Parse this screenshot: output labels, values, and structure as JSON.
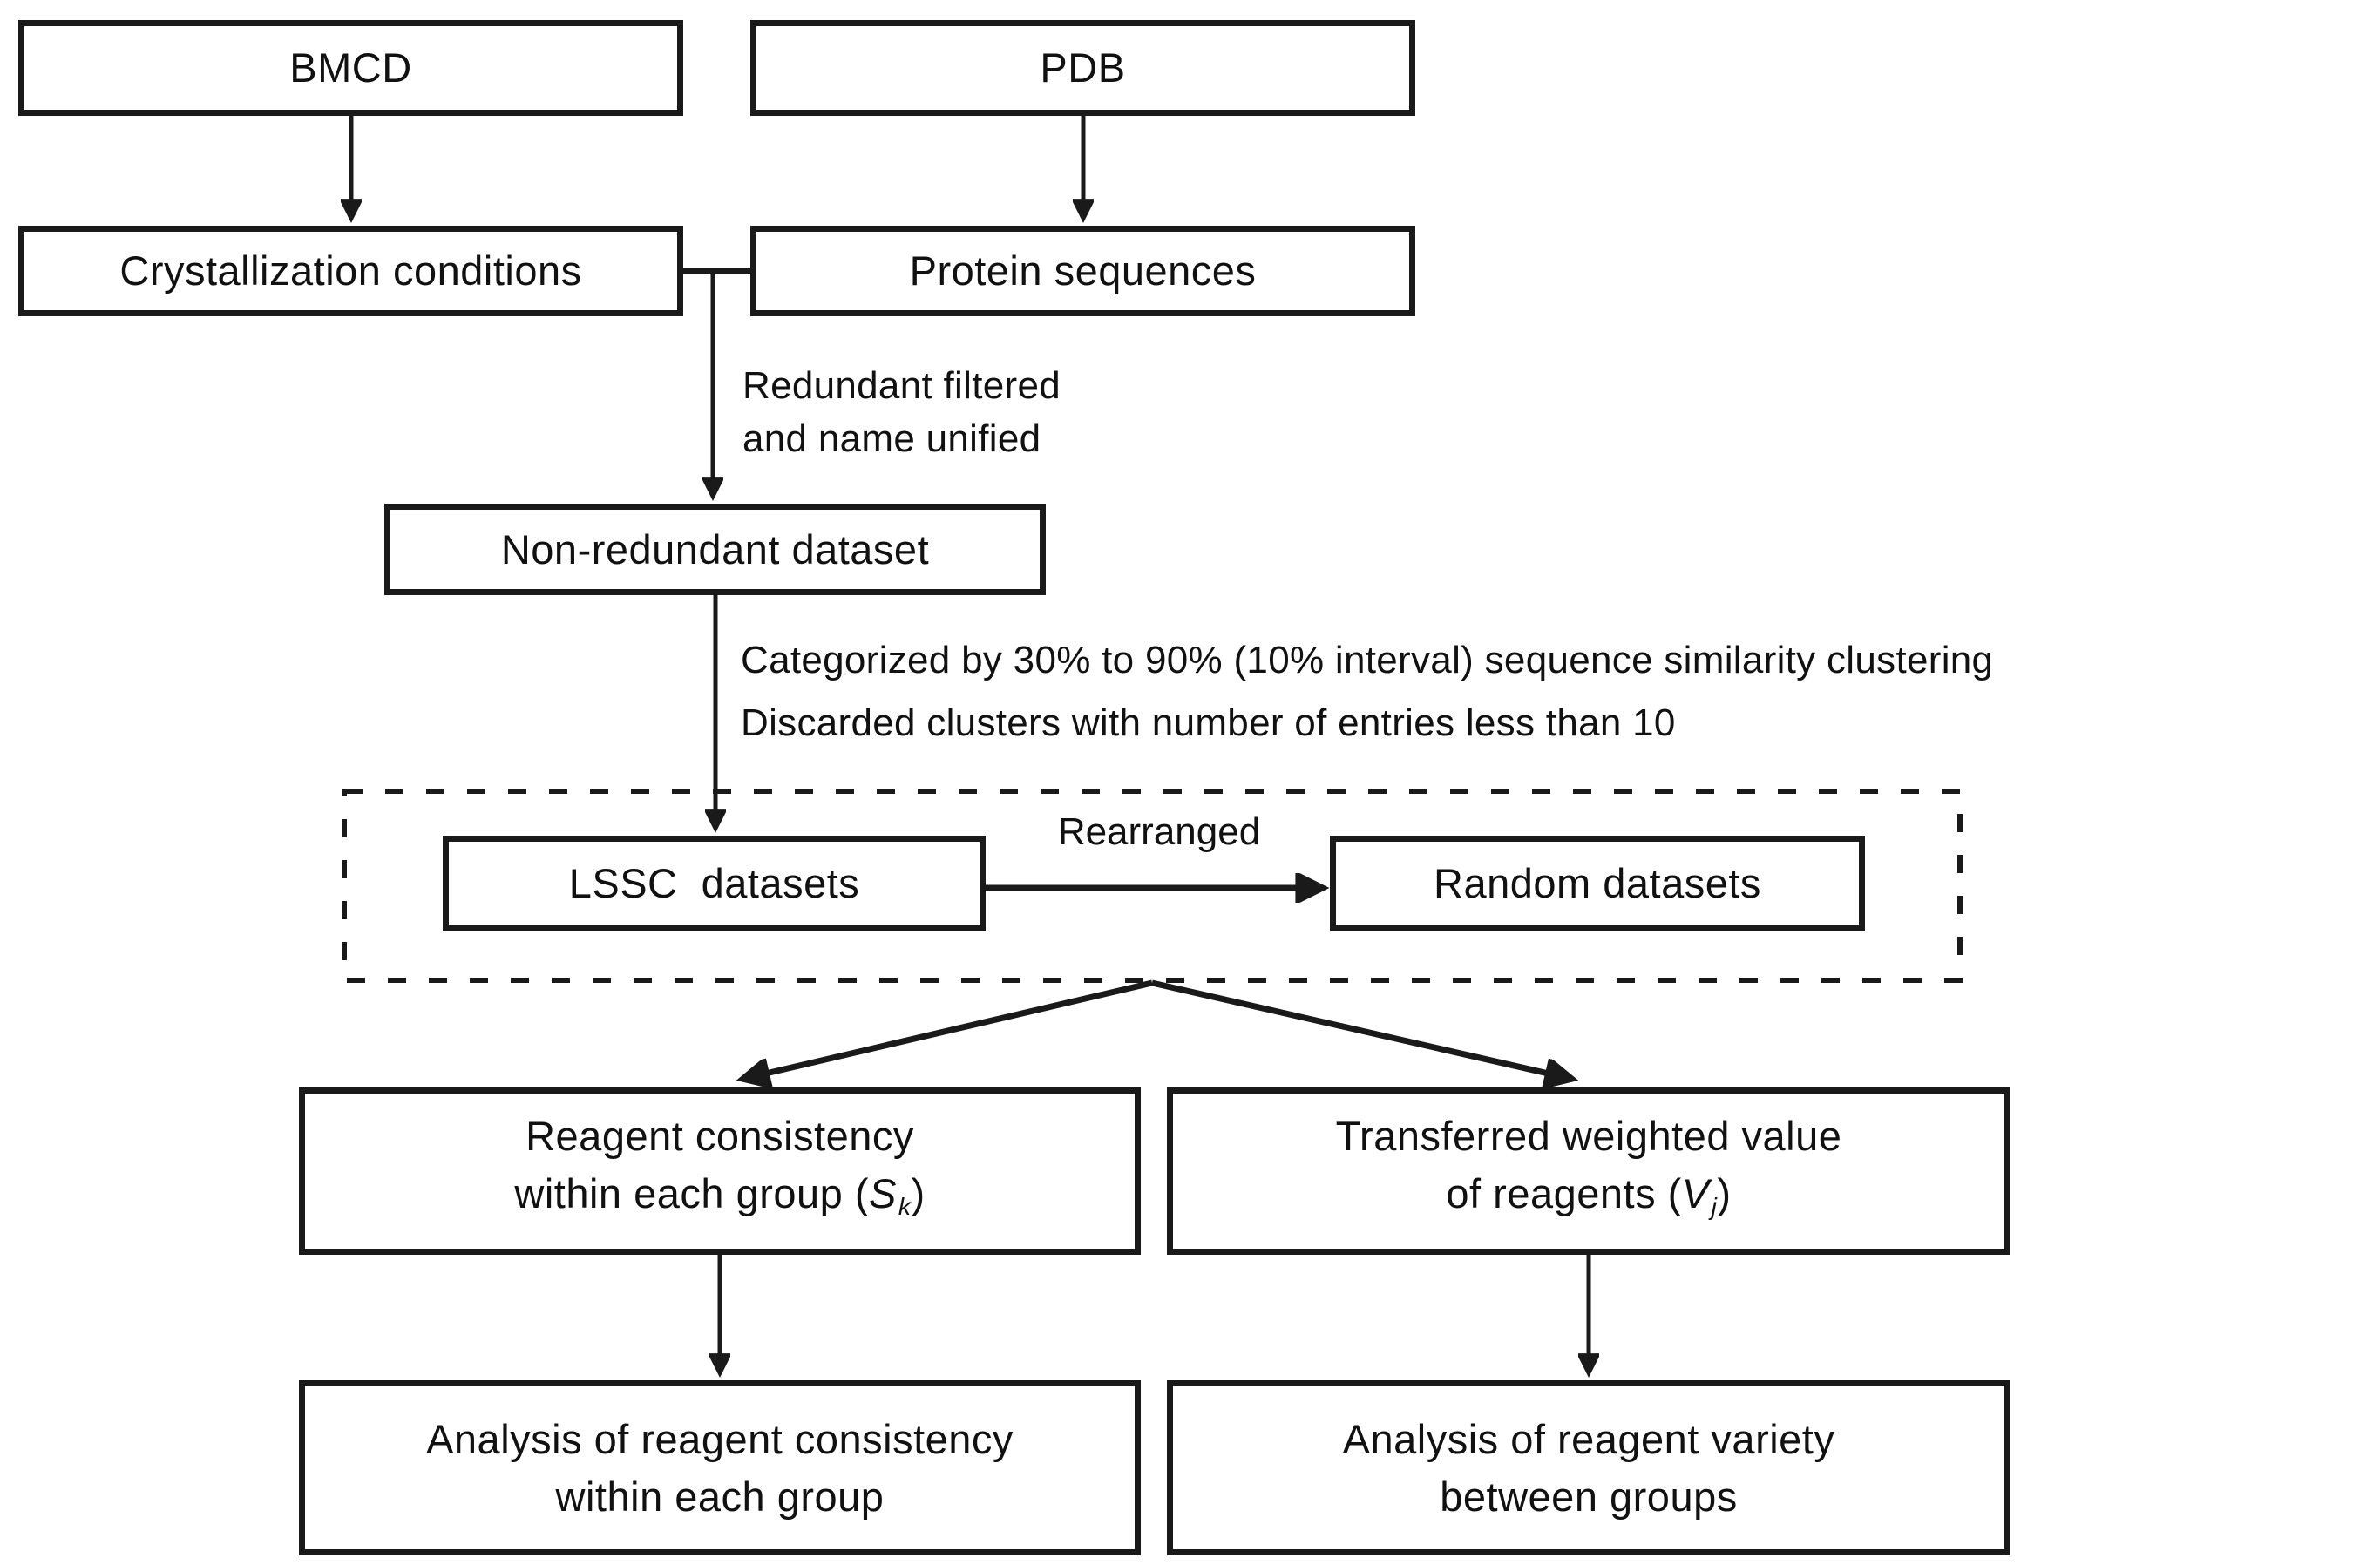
{
  "colors": {
    "line": "#1a1a1a",
    "text": "#111111",
    "background": "#ffffff"
  },
  "boxes": {
    "bmcd": {
      "label": "BMCD"
    },
    "pdb": {
      "label": "PDB"
    },
    "crystallization": {
      "label": "Crystallization conditions"
    },
    "protein": {
      "label": "Protein sequences"
    },
    "non_redundant": {
      "label": "Non-redundant dataset"
    },
    "lssc": {
      "label": "LSSC  datasets"
    },
    "random": {
      "label": "Random datasets"
    },
    "reagent_consistency": {
      "line1": "Reagent consistency",
      "line2_pre": "within each group (",
      "var": "S",
      "sub": "k",
      "line2_post": ")"
    },
    "transferred_weighted": {
      "line1": "Transferred weighted value",
      "line2_pre": "of reagents (",
      "var": "V",
      "sub": "j",
      "line2_post": ")"
    },
    "analysis_consistency": {
      "line1": "Analysis of reagent consistency",
      "line2": "within each group"
    },
    "analysis_variety": {
      "line1": "Analysis of reagent variety",
      "line2": "between groups"
    }
  },
  "annotations": {
    "redundant_note": {
      "line1": "Redundant filtered",
      "line2": "and name unified"
    },
    "categorize_note": {
      "line1": "Categorized by 30% to 90% (10% interval) sequence similarity clustering",
      "line2": "Discarded clusters with number of entries less than 10"
    },
    "rearranged_label": "Rearranged"
  }
}
